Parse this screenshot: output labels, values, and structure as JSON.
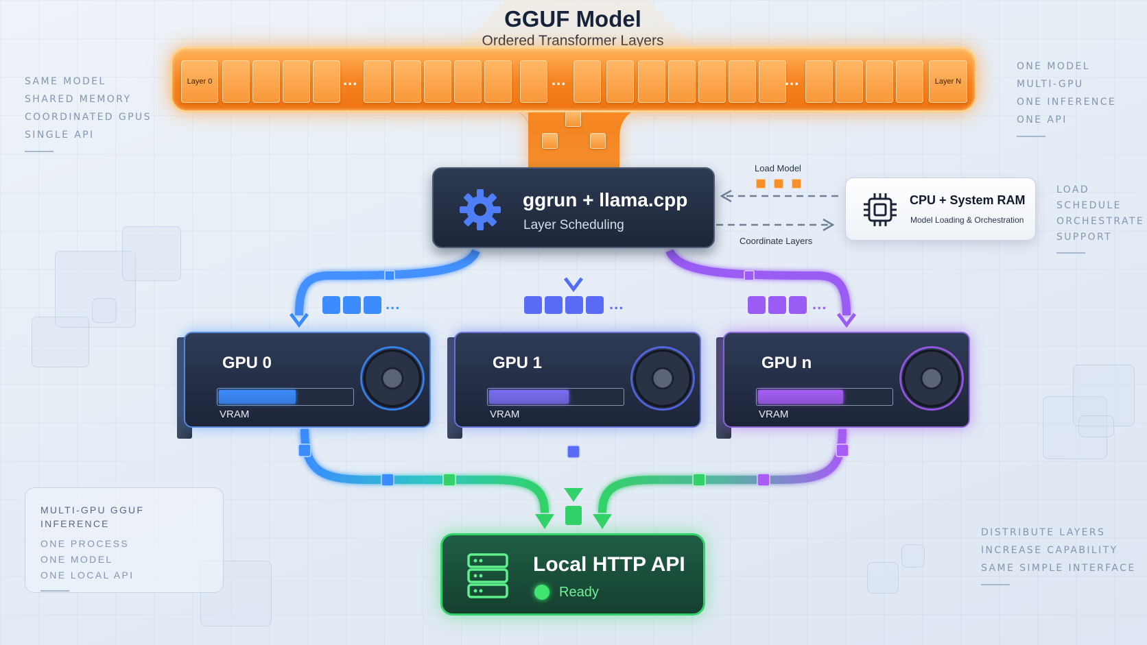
{
  "title": {
    "main": "GGUF Model",
    "sub": "Ordered Transformer Layers"
  },
  "model_bar": {
    "first_layer_label": "Layer 0",
    "last_layer_label": "Layer N",
    "ellipsis": "..."
  },
  "scheduler": {
    "title": "ggrun + llama.cpp",
    "subtitle": "Layer Scheduling",
    "icon": "gear-icon"
  },
  "cpu": {
    "title": "CPU + System RAM",
    "subtitle": "Model Loading & Orchestration",
    "icon": "cpu-chip-icon",
    "load_label": "Load Model",
    "coordinate_label": "Coordinate Layers"
  },
  "gpus": [
    {
      "title": "GPU 0",
      "vram_label": "VRAM",
      "vram_fill": 0.58,
      "color": "#3b8cff"
    },
    {
      "title": "GPU 1",
      "vram_label": "VRAM",
      "vram_fill": 0.6,
      "color": "#7a6cf2"
    },
    {
      "title": "GPU n",
      "vram_label": "VRAM",
      "vram_fill": 0.64,
      "color": "#a65cf5"
    }
  ],
  "queue": {
    "ellipsis": "..."
  },
  "api": {
    "title": "Local HTTP API",
    "status": "Ready",
    "icon": "server-icon",
    "status_color": "#3ee66f"
  },
  "left_top": [
    "SAME MODEL",
    "SHARED MEMORY",
    "COORDINATED GPUS",
    "SINGLE API"
  ],
  "right_top": [
    "ONE MODEL",
    "MULTI-GPU",
    "ONE INFERENCE",
    "ONE API"
  ],
  "right_mid": [
    "LOAD",
    "SCHEDULE",
    "ORCHESTRATE",
    "SUPPORT"
  ],
  "left_bottom": {
    "heading": "MULTI-GPU GGUF INFERENCE",
    "items": [
      "ONE PROCESS",
      "ONE MODEL",
      "ONE LOCAL API"
    ]
  },
  "right_bottom": [
    "DISTRIBUTE LAYERS",
    "INCREASE CAPABILITY",
    "SAME SIMPLE INTERFACE"
  ],
  "colors": {
    "model": "#f5821e",
    "scheduler": "#1d2639",
    "gpu0": "#3b8cff",
    "gpu1": "#6f6cf5",
    "gpun": "#a65cf5",
    "api": "#33d16a"
  }
}
